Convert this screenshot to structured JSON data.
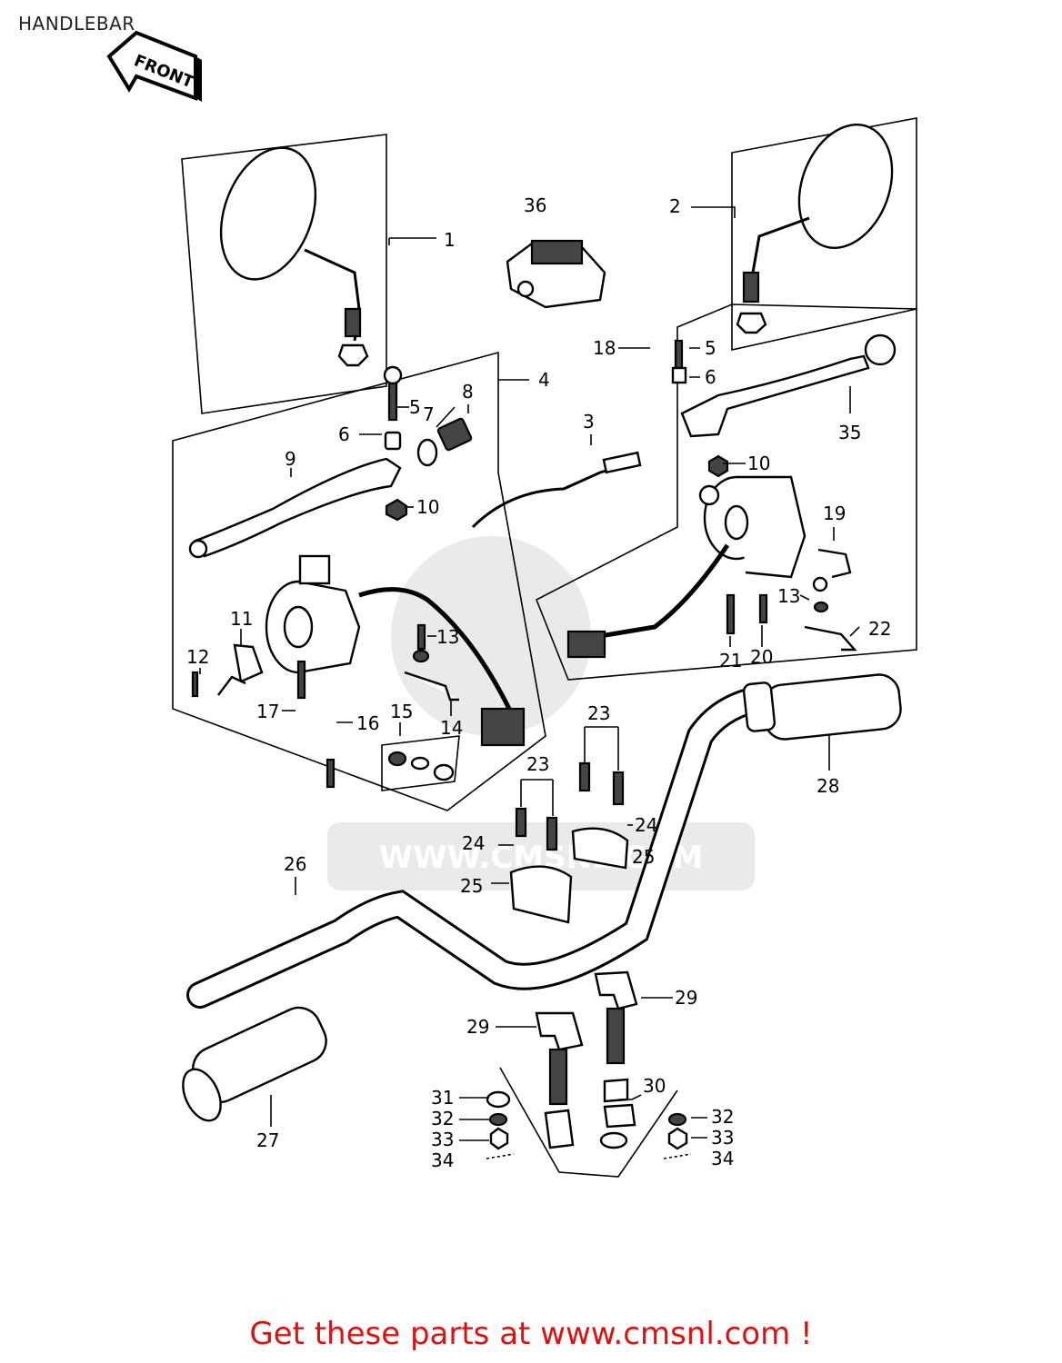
{
  "title": "HANDLEBAR",
  "front_badge": "FRONT",
  "watermark": "WWW.CMSNL.COM",
  "cta": "Get these parts at www.cmsnl.com !",
  "callouts": [
    "1",
    "2",
    "3",
    "4",
    "5",
    "6",
    "7",
    "8",
    "9",
    "10",
    "11",
    "12",
    "13",
    "14",
    "15",
    "16",
    "17",
    "18",
    "19",
    "20",
    "21",
    "22",
    "23",
    "24",
    "25",
    "26",
    "27",
    "28",
    "29",
    "30",
    "31",
    "32",
    "33",
    "34",
    "35",
    "36"
  ]
}
